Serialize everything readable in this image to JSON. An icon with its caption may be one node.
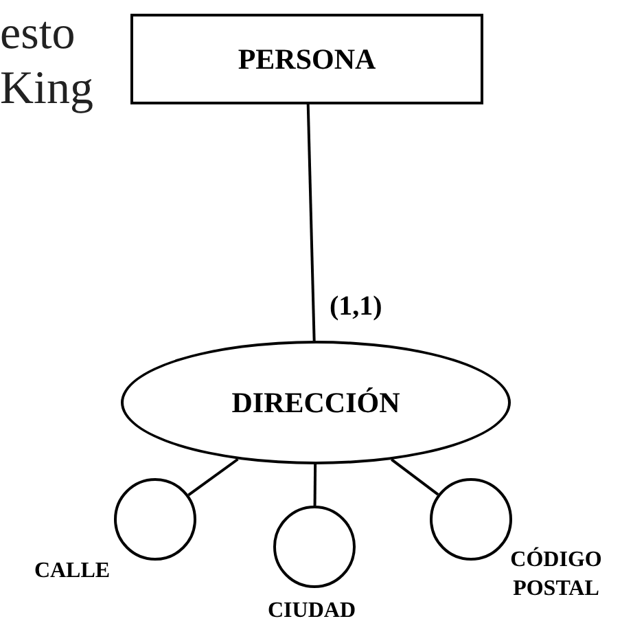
{
  "diagram": {
    "nodes": [
      {
        "text": [
          "PERSONA"
        ]
      },
      {
        "text": [
          "DIRECCIÓN"
        ]
      },
      {
        "text": [],
        "shape": "circle",
        "beside": [
          "CALLE"
        ]
      },
      {
        "text": [],
        "shape": "circle",
        "beside": [
          "CIUDAD"
        ]
      },
      {
        "text": [],
        "shape": "circle",
        "beside": [
          "CÓDIGO POSTAL"
        ]
      }
    ],
    "edges": [
      {
        "from": 0,
        "to": 1,
        "arrow": "none",
        "label": "(1,1)"
      },
      {
        "from": 1,
        "to": 2,
        "arrow": "none"
      },
      {
        "from": 1,
        "to": 3,
        "arrow": "none"
      },
      {
        "from": 1,
        "to": 4,
        "arrow": "none"
      }
    ],
    "labels": [
      "esto",
      "King"
    ]
  }
}
